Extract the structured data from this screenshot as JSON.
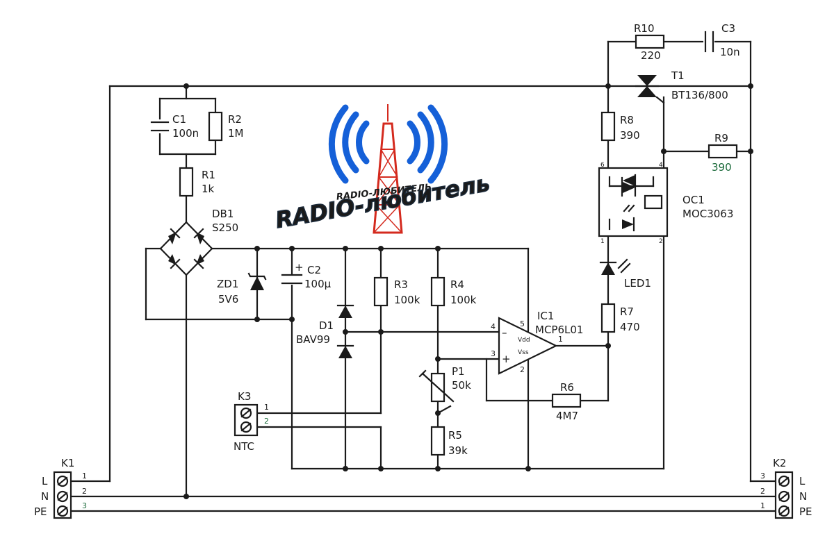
{
  "components": {
    "C1": {
      "ref": "C1",
      "value": "100n"
    },
    "R2": {
      "ref": "R2",
      "value": "1M"
    },
    "R1": {
      "ref": "R1",
      "value": "1k"
    },
    "DB1": {
      "ref": "DB1",
      "value": "S250"
    },
    "ZD1": {
      "ref": "ZD1",
      "value": "5V6"
    },
    "C2": {
      "ref": "C2",
      "value": "100µ"
    },
    "D1": {
      "ref": "D1",
      "value": "BAV99"
    },
    "R3": {
      "ref": "R3",
      "value": "100k"
    },
    "R4": {
      "ref": "R4",
      "value": "100k"
    },
    "IC1": {
      "ref": "IC1",
      "value": "MCP6L01",
      "vdd": "Vdd",
      "vss": "Vss"
    },
    "P1": {
      "ref": "P1",
      "value": "50k"
    },
    "R5": {
      "ref": "R5",
      "value": "39k"
    },
    "R6": {
      "ref": "R6",
      "value": "4M7"
    },
    "R7": {
      "ref": "R7",
      "value": "470"
    },
    "LED1": {
      "ref": "LED1"
    },
    "R8": {
      "ref": "R8",
      "value": "390"
    },
    "OC1": {
      "ref": "OC1",
      "value": "MOC3063"
    },
    "R9": {
      "ref": "R9",
      "value": "390"
    },
    "T1": {
      "ref": "T1",
      "value": "BT136/800"
    },
    "R10": {
      "ref": "R10",
      "value": "220"
    },
    "C3": {
      "ref": "C3",
      "value": "10n"
    },
    "K3": {
      "ref": "K3",
      "value": "NTC"
    },
    "K1": {
      "ref": "K1",
      "terminals": [
        "L",
        "N",
        "PE"
      ]
    },
    "K2": {
      "ref": "K2",
      "terminals": [
        "L",
        "N",
        "PE"
      ]
    }
  },
  "pins": {
    "ic_4": "4",
    "ic_5": "5",
    "ic_3": "3",
    "ic_2": "2",
    "ic_1": "1",
    "ic_minus": "–",
    "ic_plus": "+",
    "k3_1": "1",
    "k3_2": "2",
    "k1_1": "1",
    "k1_2": "2",
    "k1_3": "3",
    "k2_3": "3",
    "k2_2": "2",
    "k2_1": "1",
    "oc_6": "6",
    "oc_4": "4",
    "oc_1": "1",
    "oc_2": "2"
  },
  "watermark": {
    "main": "RADIO-любитель",
    "arc": "RADIO-ЛЮБИТЕЛЬ",
    "colors": {
      "blue": "#1560d8",
      "red": "#d42a1e",
      "green": "#2a9a2a",
      "dark": "#1b2a3a"
    }
  },
  "colors": {
    "wire": "#1a1a1a",
    "accent_label": "#1a6a3a"
  }
}
